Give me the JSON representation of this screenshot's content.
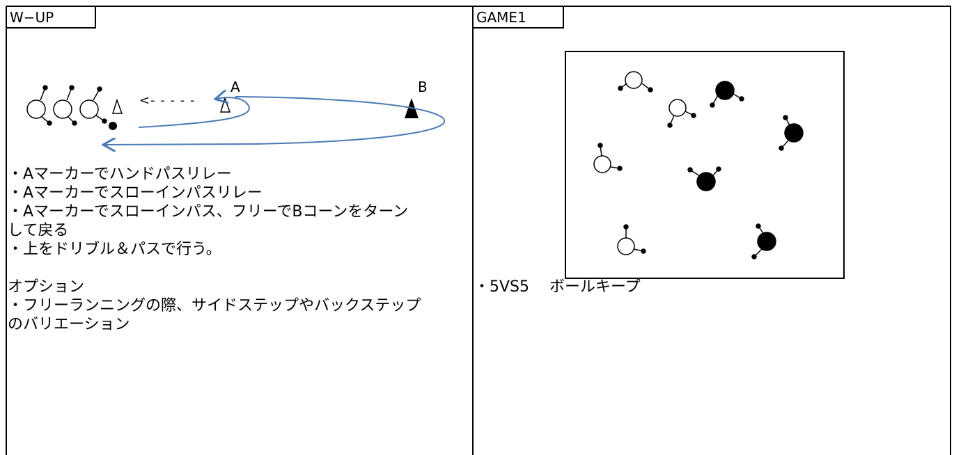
{
  "left_panel": {
    "tab_label": "W−UP",
    "marker_a": "A",
    "marker_b": "B",
    "dash_arrow": "<- - - - -",
    "lines": [
      "・Aマーカーでハンドパスリレー",
      "・Aマーカーでスローインパスリレー",
      "・Aマーカーでスローインパス、フリーでBコーンをターン",
      "して戻る",
      "・上をドリブル＆パスで行う。",
      "",
      "オプション",
      "・フリーランニングの際、サイドステップやバックステップ",
      "のバリエーション"
    ]
  },
  "right_panel": {
    "tab_label": "GAME1",
    "caption": "・5VS5　 ボールキープ"
  },
  "colors": {
    "arrow_blue": "#4a7ab5",
    "line": "#000000"
  }
}
